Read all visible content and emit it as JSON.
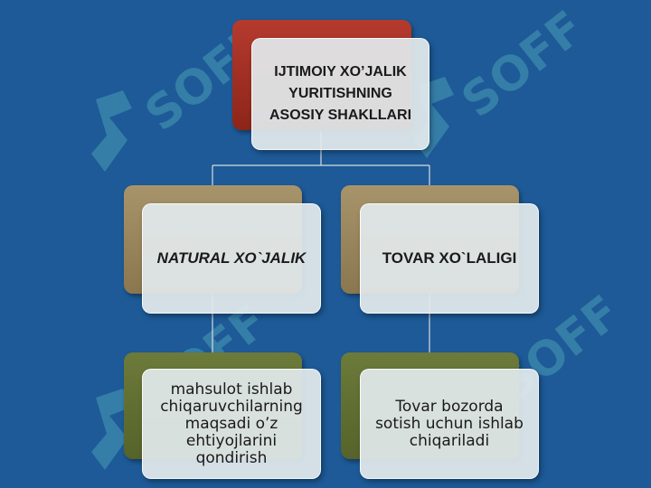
{
  "colors": {
    "background": "#1d5a97",
    "root_back": "#a33226",
    "level2_back": "#9c8760",
    "level3_back": "#637034",
    "card_face": "#e2e9ec",
    "watermark": "#78dcd2"
  },
  "watermark": {
    "text": "SOFF"
  },
  "diagram": {
    "root": {
      "line1": "IJTIMOIY XO’JALIK",
      "line2": "YURITISHNING",
      "line3": "ASOSIY SHAKLLARI"
    },
    "left": {
      "heading": "NATURAL XO`JALIK",
      "description": [
        "mahsulot ishlab",
        "chiqaruvchilarning",
        "maqsadi o’z",
        "ehtiyojlarini",
        "qondirish"
      ]
    },
    "right": {
      "heading": "TOVAR XO`LALIGI",
      "description": [
        "Tovar bozorda",
        "sotish uchun ishlab",
        "chiqariladi"
      ]
    }
  }
}
